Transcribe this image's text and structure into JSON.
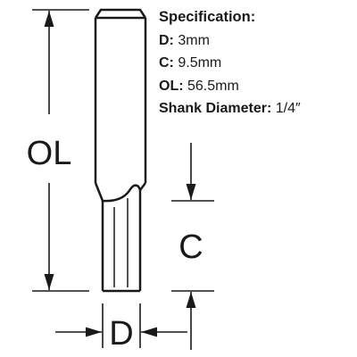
{
  "diagram": {
    "labels": {
      "overall_length": "OL",
      "cut_length": "C",
      "diameter": "D"
    }
  },
  "specification": {
    "title": "Specification:",
    "rows": [
      {
        "key": "D:",
        "value": "3mm"
      },
      {
        "key": "C:",
        "value": "9.5mm"
      },
      {
        "key": "OL:",
        "value": "56.5mm"
      },
      {
        "key": "Shank Diameter:",
        "value": "1/4″"
      }
    ]
  },
  "colors": {
    "line": "#1a1a1a",
    "background": "#ffffff"
  }
}
